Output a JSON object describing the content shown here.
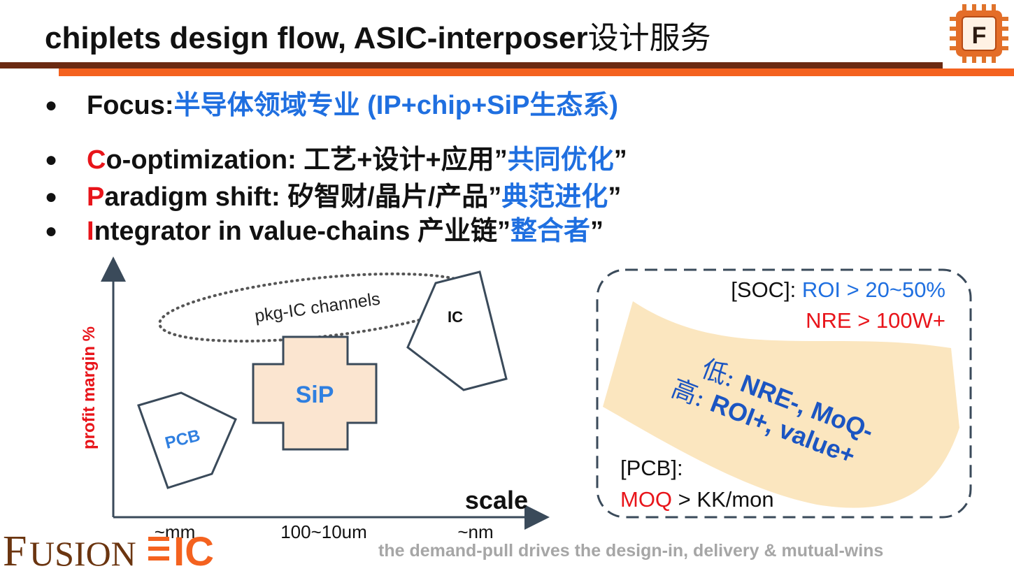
{
  "header": {
    "title_en": "chiplets design flow, ASIC-interposer",
    "title_cn": "设计服务",
    "logo_letter": "F",
    "logo_icon": "chip-icon",
    "accent_dark": "#6b2a12",
    "accent_orange": "#f4621f"
  },
  "bullets": [
    {
      "lead": "",
      "rest": "Focus:",
      "cn": "",
      "q_open": "",
      "highlight": "半导体领域专业 (IP+chip+SiP生态系)",
      "q_close": ""
    },
    {
      "lead": "C",
      "rest": "o-optimization: ",
      "cn": "工艺+设计+应用",
      "q_open": "”",
      "highlight": "共同优化",
      "q_close": "”"
    },
    {
      "lead": "P",
      "rest": "aradigm shift: ",
      "cn": "矽智财/晶片/产品",
      "q_open": "”",
      "highlight": "典范进化",
      "q_close": "”"
    },
    {
      "lead": "I",
      "rest": "ntegrator in value-chains ",
      "cn": "产业链",
      "q_open": "”",
      "highlight": "整合者",
      "q_close": "”"
    }
  ],
  "diagram": {
    "y_axis_label": "profit margin %",
    "x_axis_label": "scale",
    "x_ticks": [
      "~mm",
      "100~10um",
      "~nm"
    ],
    "pcb_label": "PCB",
    "sip_label": "SiP",
    "ic_label": "IC",
    "channel_label": "pkg-IC channels",
    "sip_fill": "#fbe5d0"
  },
  "panel": {
    "soc_tag": "[SOC]: ",
    "soc_roi": "ROI > 20~50%",
    "soc_nre": "NRE > 100W+",
    "banner_line1_cn": "低: ",
    "banner_line1_en": "NRE-, MoQ-",
    "banner_line2_cn": "高: ",
    "banner_line2_en": "ROI+, value+",
    "pcb_tag": "[PCB]:",
    "moq_key": "MOQ",
    "moq_value": " > KK/mon",
    "banner_fill": "#fbe6bf"
  },
  "footer": {
    "brand_a": "F",
    "brand_b": "USION",
    "brand_c": "IC",
    "tagline": "the demand-pull drives the design-in, delivery & mutual-wins"
  }
}
